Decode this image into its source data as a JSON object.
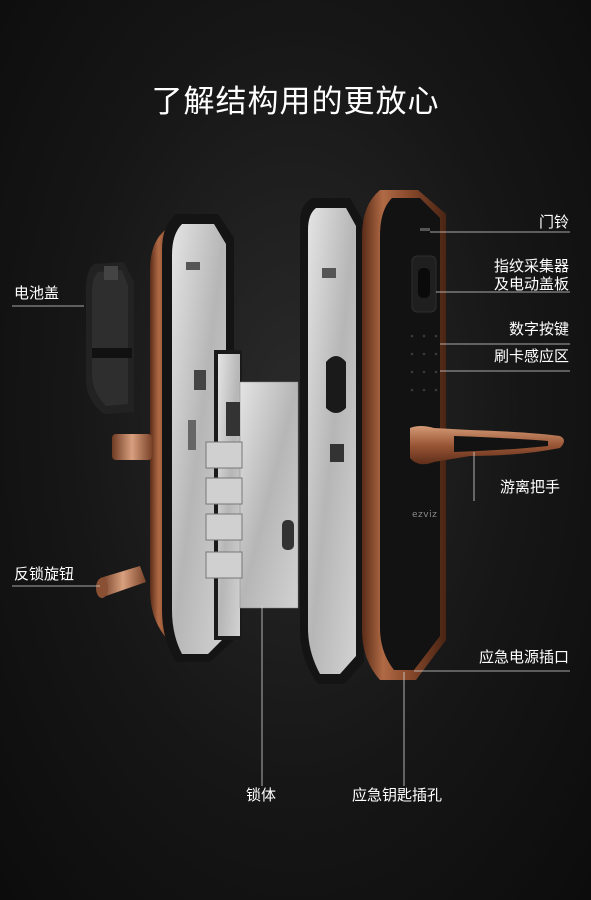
{
  "title": "了解结构用的更放心",
  "labels": {
    "doorbell": "门铃",
    "fingerprint_line1": "指纹采集器",
    "fingerprint_line2": "及电动盖板",
    "keypad": "数字按键",
    "card_reader": "刷卡感应区",
    "handle": "游离把手",
    "emergency_power": "应急电源插口",
    "emergency_key": "应急钥匙插孔",
    "lock_body": "锁体",
    "battery_cover": "电池盖",
    "anti_lock_knob": "反锁旋钮"
  },
  "brand": "ezviz",
  "colors": {
    "bronze": "#8a4a2c",
    "bronze_light": "#c07c58",
    "panel_black": "#141414",
    "steel": "#bdbdbd"
  }
}
